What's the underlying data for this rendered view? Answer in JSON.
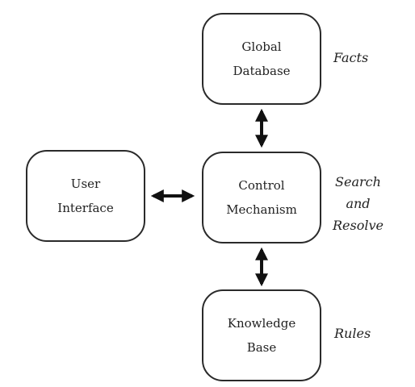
{
  "nodes": {
    "global_db": {
      "line1": "Global",
      "line2": "Database"
    },
    "control": {
      "line1": "Control",
      "line2": "Mechanism"
    },
    "knowledge": {
      "line1": "Knowledge",
      "line2": "Base"
    },
    "user": {
      "line1": "User",
      "line2": "Interface"
    }
  },
  "labels": {
    "facts": "Facts",
    "search_1": "Search",
    "search_2": "and",
    "search_3": "Resolve",
    "rules": "Rules"
  },
  "arrows": [
    {
      "from": "global_db",
      "to": "control",
      "bidirectional": true
    },
    {
      "from": "control",
      "to": "knowledge",
      "bidirectional": true
    },
    {
      "from": "user",
      "to": "control",
      "bidirectional": true
    }
  ]
}
